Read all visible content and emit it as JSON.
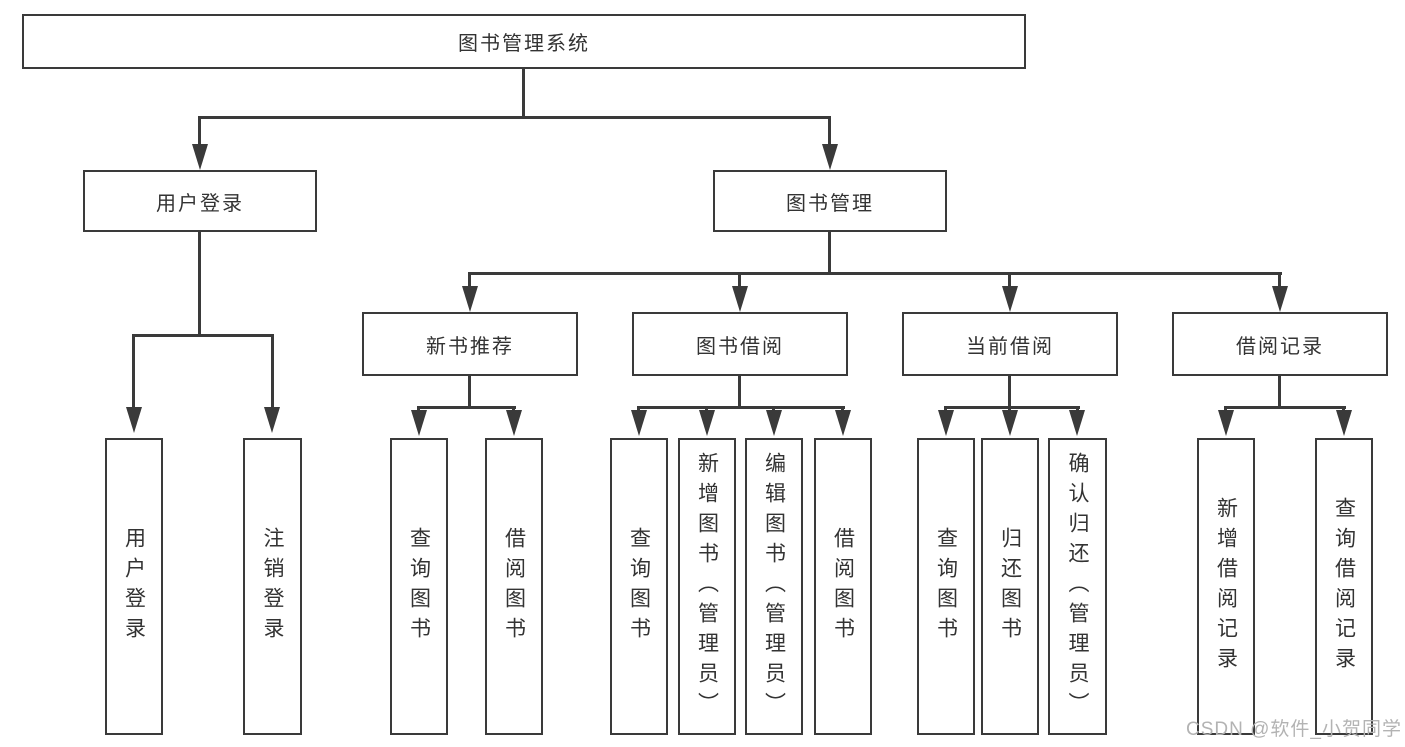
{
  "diagram": {
    "type": "tree",
    "title": "图书管理系统"
  },
  "tree": {
    "label": "图书管理系统",
    "children": [
      {
        "label": "用户登录",
        "children": [
          {
            "label": "用户登录"
          },
          {
            "label": "注销登录"
          }
        ]
      },
      {
        "label": "图书管理",
        "children": [
          {
            "label": "新书推荐",
            "children": [
              {
                "label": "查询图书"
              },
              {
                "label": "借阅图书"
              }
            ]
          },
          {
            "label": "图书借阅",
            "children": [
              {
                "label": "查询图书"
              },
              {
                "label": "新增图书（管理员）"
              },
              {
                "label": "编辑图书（管理员）"
              },
              {
                "label": "借阅图书"
              }
            ]
          },
          {
            "label": "当前借阅",
            "children": [
              {
                "label": "查询图书"
              },
              {
                "label": "归还图书"
              },
              {
                "label": "确认归还（管理员）"
              }
            ]
          },
          {
            "label": "借阅记录",
            "children": [
              {
                "label": "新增借阅记录"
              },
              {
                "label": "查询借阅记录"
              }
            ]
          }
        ]
      }
    ]
  },
  "watermark": "CSDN @软件_小贺同学",
  "colors": {
    "line": "#3a3a3a",
    "text": "#333333",
    "box_fill": "#ffffff",
    "background": "#ffffff",
    "watermark": "#b3b3b3"
  }
}
